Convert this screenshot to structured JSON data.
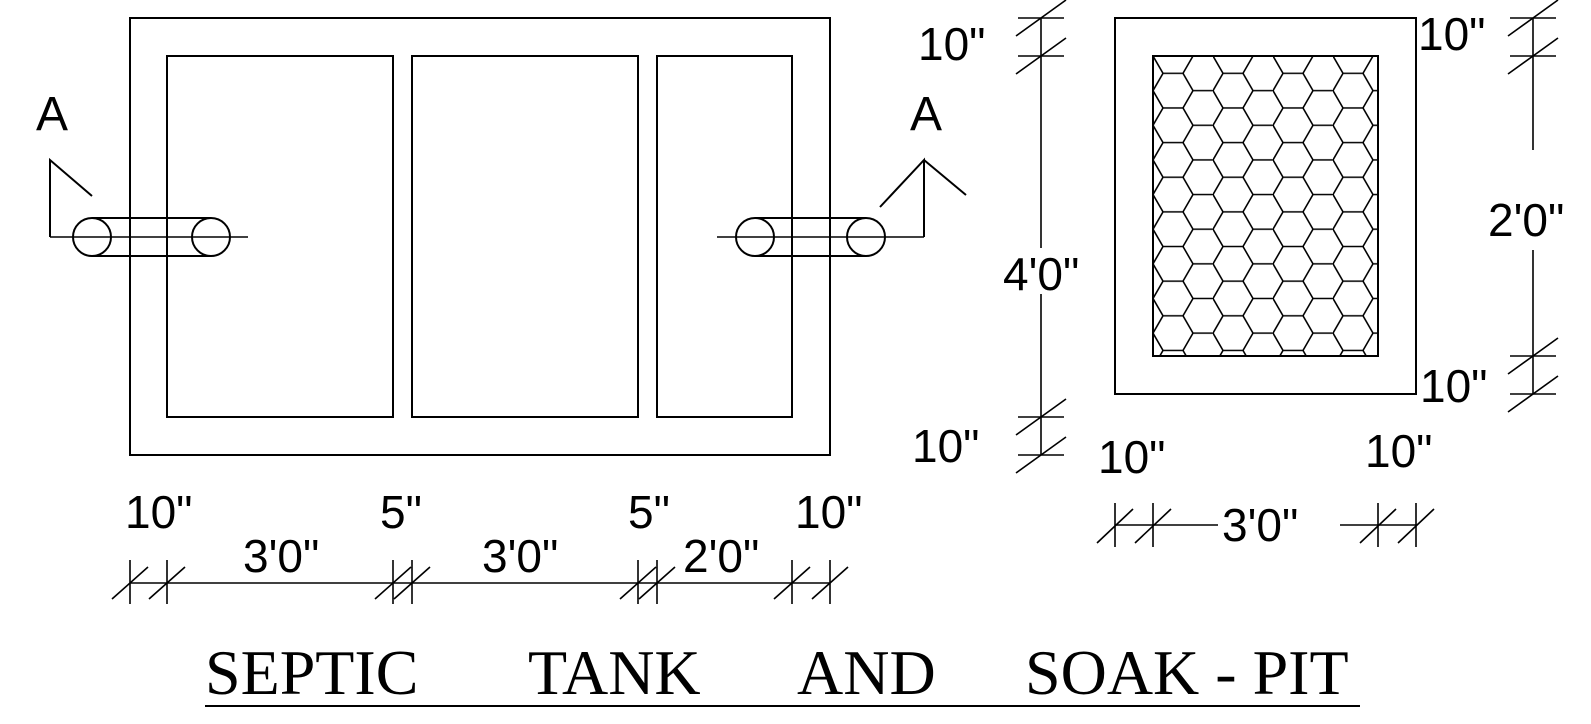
{
  "title": {
    "words": [
      "SEPTIC",
      "TANK",
      "AND",
      "SOAK - PIT"
    ]
  },
  "septic_tank": {
    "section_marks": [
      "A",
      "A"
    ],
    "top_dims": [
      "10\"",
      "5\"",
      "5\"",
      "10\""
    ],
    "bottom_dims": [
      "3'0\"",
      "3'0\"",
      "2'0\""
    ]
  },
  "soak_pit": {
    "height_dims": [
      "10\"",
      "4'0\"",
      "10\""
    ],
    "right_dims": [
      "10\"",
      "2'0\"",
      "10\""
    ],
    "width_dims": [
      "10\"",
      "3'0\"",
      "10\""
    ]
  }
}
